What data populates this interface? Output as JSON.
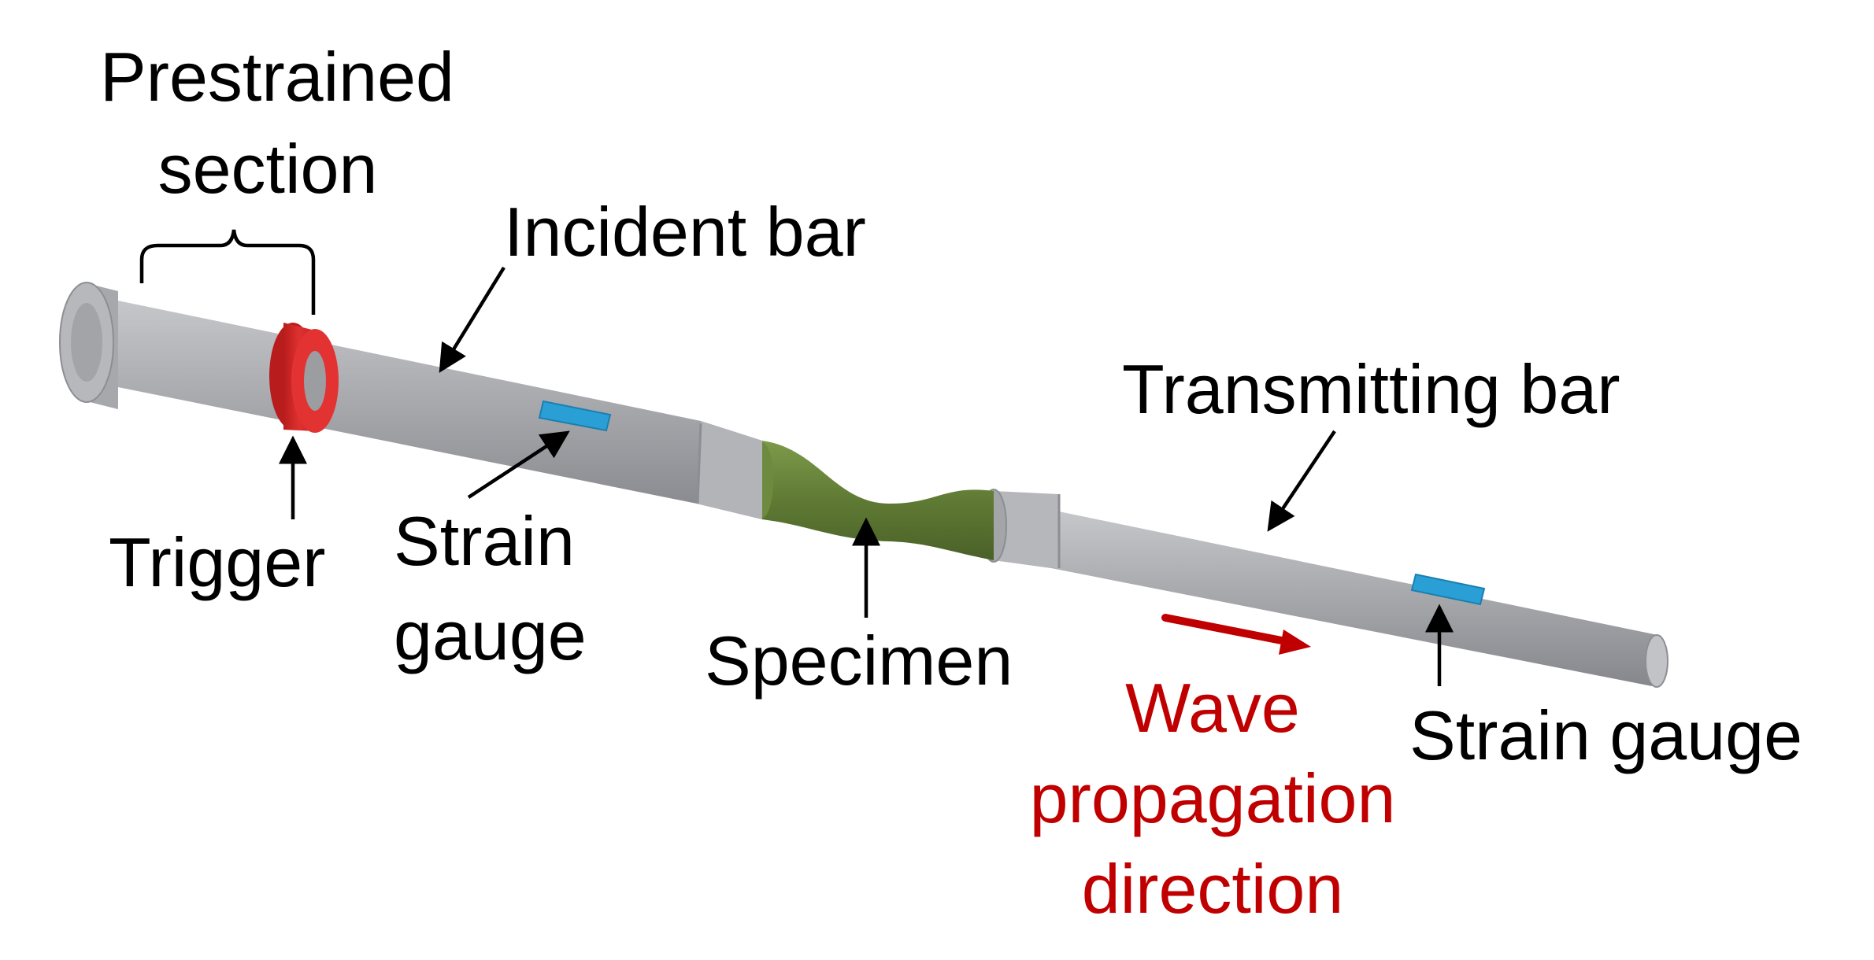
{
  "labels": {
    "prestrained_line1": "Prestrained",
    "prestrained_line2": "section",
    "incident_bar": "Incident bar",
    "transmitting_bar": "Transmitting bar",
    "trigger": "Trigger",
    "strain_gauge_left_line1": "Strain",
    "strain_gauge_left_line2": "gauge",
    "specimen": "Specimen",
    "wave_line1": "Wave",
    "wave_line2": "propagation",
    "wave_line3": "direction",
    "strain_gauge_right": "Strain gauge"
  },
  "colors": {
    "bar": "#a9aaae",
    "bar_shadow": "#8d8e93",
    "bar_highlight": "#c8c9cc",
    "trigger_ring": "#d92525",
    "specimen": "#5f7a34",
    "gauge": "#2a9fd6",
    "wave_text": "#c00000",
    "text": "#000000"
  }
}
